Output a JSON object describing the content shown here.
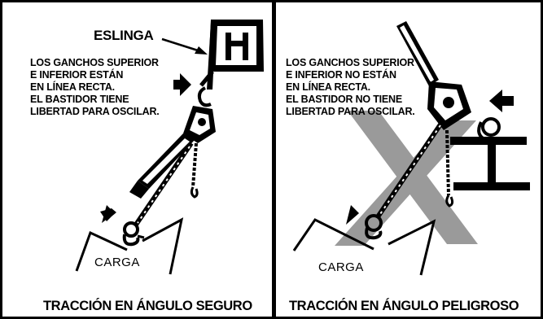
{
  "left_panel": {
    "sling_label": "ESLINGA",
    "note_lines": [
      "LOS GANCHOS SUPERIOR",
      "E INFERIOR ESTÁN",
      "EN LÍNEA RECTA.",
      "EL BASTIDOR TIENE",
      "LIBERTAD PARA OSCILAR."
    ],
    "load_label": "CARGA",
    "caption": "TRACCIÓN EN ÁNGULO SEGURO"
  },
  "right_panel": {
    "note_lines": [
      "LOS GANCHOS SUPERIOR",
      "E INFERIOR NO ESTÁN",
      "EN LÍNEA RECTA.",
      "EL BASTIDOR NO TIENE",
      "LIBERTAD PARA OSCILAR."
    ],
    "load_label": "CARGA",
    "caption": "TRACCIÓN EN ÁNGULO PELIGROSO"
  },
  "colors": {
    "ink": "#000000",
    "warning_x": "#9a9a9a",
    "background": "#ffffff"
  }
}
